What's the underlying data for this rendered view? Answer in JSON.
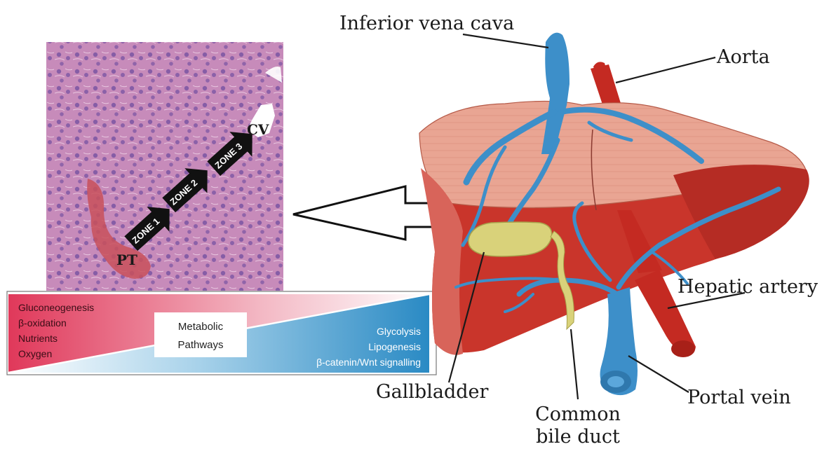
{
  "anatomy_labels": {
    "ivc": "Inferior vena cava",
    "aorta": "Aorta",
    "hepatic_artery": "Hepatic artery",
    "portal_vein": "Portal vein",
    "gallbladder": "Gallbladder",
    "bile_duct_line1": "Common",
    "bile_duct_line2": "bile duct"
  },
  "histology": {
    "central_vein": "CV",
    "portal_triad": "PT",
    "zones": [
      "ZONE 1",
      "ZONE 2",
      "ZONE 3"
    ]
  },
  "pathways": {
    "title_line1": "Metabolic",
    "title_line2": "Pathways",
    "left_items": [
      "Gluconeogenesis",
      "β-oxidation",
      "Nutrients",
      "Oxygen"
    ],
    "right_items": [
      "Glycolysis",
      "Lipogenesis",
      "β-catenin/Wnt signalling"
    ]
  },
  "colors": {
    "liver_light": "#e8a08e",
    "liver_dark": "#c9352b",
    "vessel_blue": "#3d8fc9",
    "artery_red": "#c42a22",
    "gallbladder": "#d9d27a",
    "tissue_pink": "#c98ab8",
    "gradient_red": "#e0385a",
    "gradient_blue": "#2a8ac4"
  }
}
